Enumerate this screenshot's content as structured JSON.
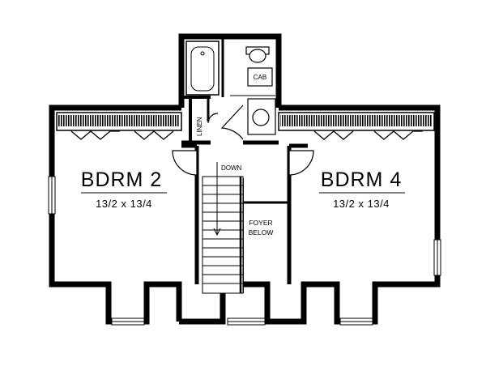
{
  "rooms": {
    "left": {
      "name": "BDRM 2",
      "dims": "13/2 x 13/4"
    },
    "right": {
      "name": "BDRM 4",
      "dims": "13/2 x 13/4"
    }
  },
  "labels": {
    "down": "DOWN",
    "foyer_line1": "FOYER",
    "foyer_line2": "BELOW",
    "linen": "LINEN",
    "cab": "CAB"
  },
  "colors": {
    "wall": "#000000",
    "background": "#ffffff"
  }
}
